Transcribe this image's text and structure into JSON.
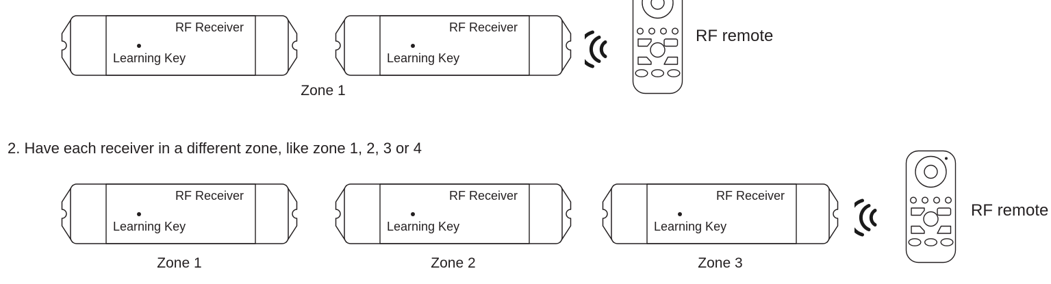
{
  "heading": "2. Have each receiver in a different zone, like zone 1, 2, 3 or 4",
  "receiver": {
    "title": "RF Receiver",
    "learning_key_label": "Learning Key"
  },
  "remote": {
    "label": "RF remote"
  },
  "row1": {
    "zone_label": "Zone 1"
  },
  "row2": {
    "zone_labels": [
      "Zone 1",
      "Zone 2",
      "Zone 3"
    ]
  },
  "icons": {
    "rf_signal": "radio-waves-left-arcs"
  },
  "colors": {
    "line": "#231f20",
    "text": "#231f20",
    "background": "#ffffff"
  }
}
